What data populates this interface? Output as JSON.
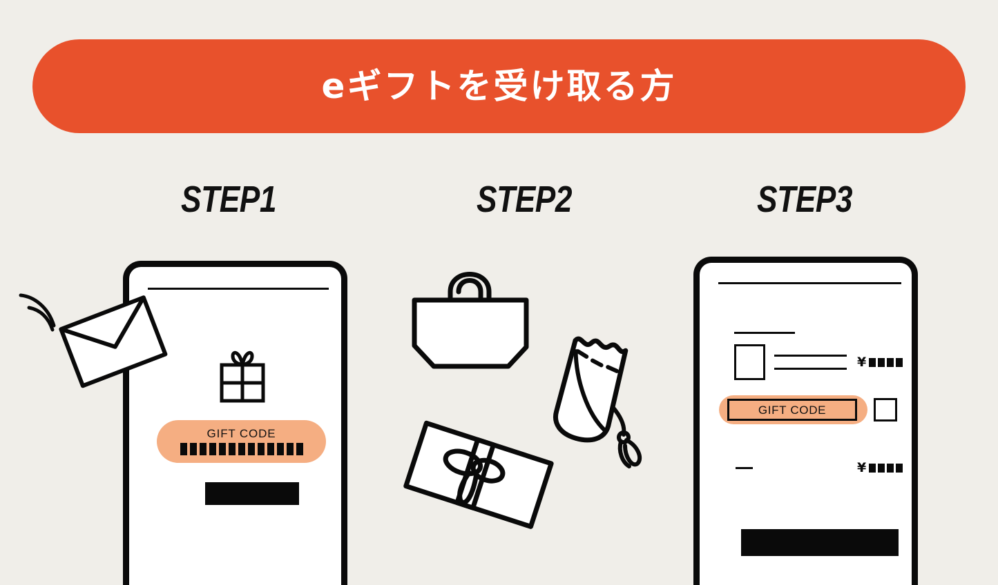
{
  "page": {
    "background_color": "#F0EEE9"
  },
  "banner": {
    "title": "eギフトを受け取る方",
    "background_color": "#E8512C",
    "text_color": "#FFFFFF"
  },
  "steps": [
    {
      "label": "STEP1",
      "illustration": "envelope-arriving-at-phone-with-gift-code",
      "phone": {
        "gift_icon": "gift-box-icon",
        "gift_pill": {
          "label": "GIFT CODE",
          "background_color": "#F5AE82",
          "code_block_count": 13
        },
        "cta": ""
      },
      "envelope": {
        "icon": "envelope-icon",
        "motion_lines": 2
      }
    },
    {
      "label": "STEP2",
      "illustration": "shopping-items",
      "items": [
        "tote-bag-icon",
        "wrapped-gift-bag-with-ribbon-icon",
        "gift-box-with-bow-icon"
      ]
    },
    {
      "label": "STEP3",
      "illustration": "checkout-screen-with-gift-code-field",
      "phone": {
        "title_line": "",
        "product_row": {
          "thumbnail": "product-thumbnail",
          "text_lines": 2,
          "price": {
            "currency": "¥",
            "masked_digits": 4
          }
        },
        "gift_code_field": {
          "label": "GIFT CODE",
          "background_color": "#F5AE82",
          "apply_checkbox": ""
        },
        "total_row": {
          "label_dash": "",
          "price": {
            "currency": "¥",
            "masked_digits": 4
          }
        },
        "cta": ""
      }
    }
  ],
  "colors": {
    "accent_orange": "#E8512C",
    "light_orange": "#F5AE82",
    "ink": "#0A0A0A",
    "paper": "#FFFFFF"
  }
}
